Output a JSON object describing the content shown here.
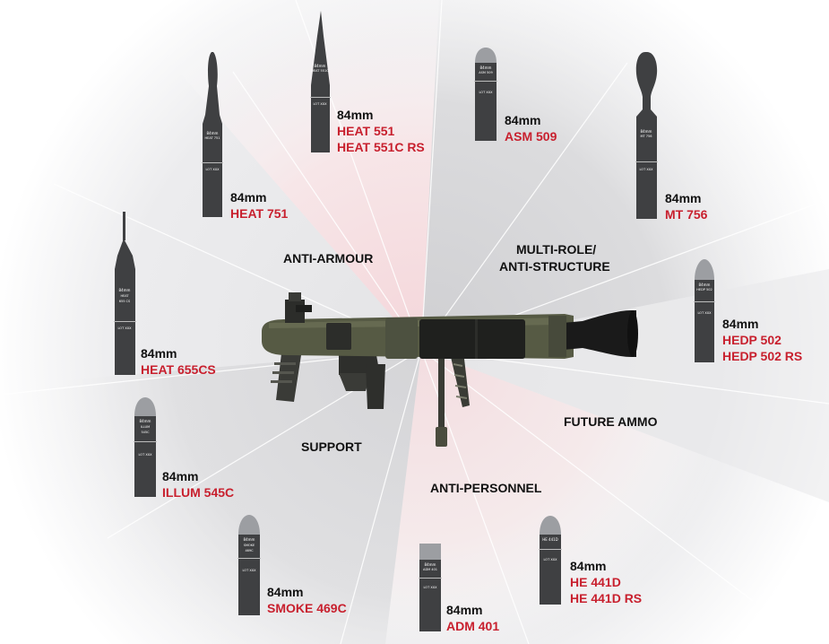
{
  "colors": {
    "label_red": "#c8202e",
    "caliber_text": "#111111",
    "round_body": "#3f4042",
    "weapon_olive": "#565a44"
  },
  "categories": {
    "anti_armour": "ANTI-ARMOUR",
    "multi_role_line1": "MULTI-ROLE/",
    "multi_role_line2": "ANTI-STRUCTURE",
    "future_ammo": "FUTURE AMMO",
    "anti_personnel": "ANTI-PERSONNEL",
    "support": "SUPPORT"
  },
  "rounds": [
    {
      "id": "heat551",
      "caliber": "84mm",
      "names": [
        "HEAT 551",
        "HEAT 551C RS"
      ]
    },
    {
      "id": "heat751",
      "caliber": "84mm",
      "names": [
        "HEAT 751"
      ]
    },
    {
      "id": "heat655",
      "caliber": "84mm",
      "names": [
        "HEAT 655CS"
      ]
    },
    {
      "id": "asm509",
      "caliber": "84mm",
      "names": [
        "ASM 509"
      ]
    },
    {
      "id": "mt756",
      "caliber": "84mm",
      "names": [
        "MT 756"
      ]
    },
    {
      "id": "hedp502",
      "caliber": "84mm",
      "names": [
        "HEDP 502",
        "HEDP 502 RS"
      ]
    },
    {
      "id": "illum545",
      "caliber": "84mm",
      "names": [
        "ILLUM 545C"
      ]
    },
    {
      "id": "smoke469",
      "caliber": "84mm",
      "names": [
        "SMOKE 469C"
      ]
    },
    {
      "id": "adm401",
      "caliber": "84mm",
      "names": [
        "ADM 401"
      ]
    },
    {
      "id": "he441",
      "caliber": "84mm",
      "names": [
        "HE 441D",
        "HE 441D RS"
      ]
    }
  ]
}
